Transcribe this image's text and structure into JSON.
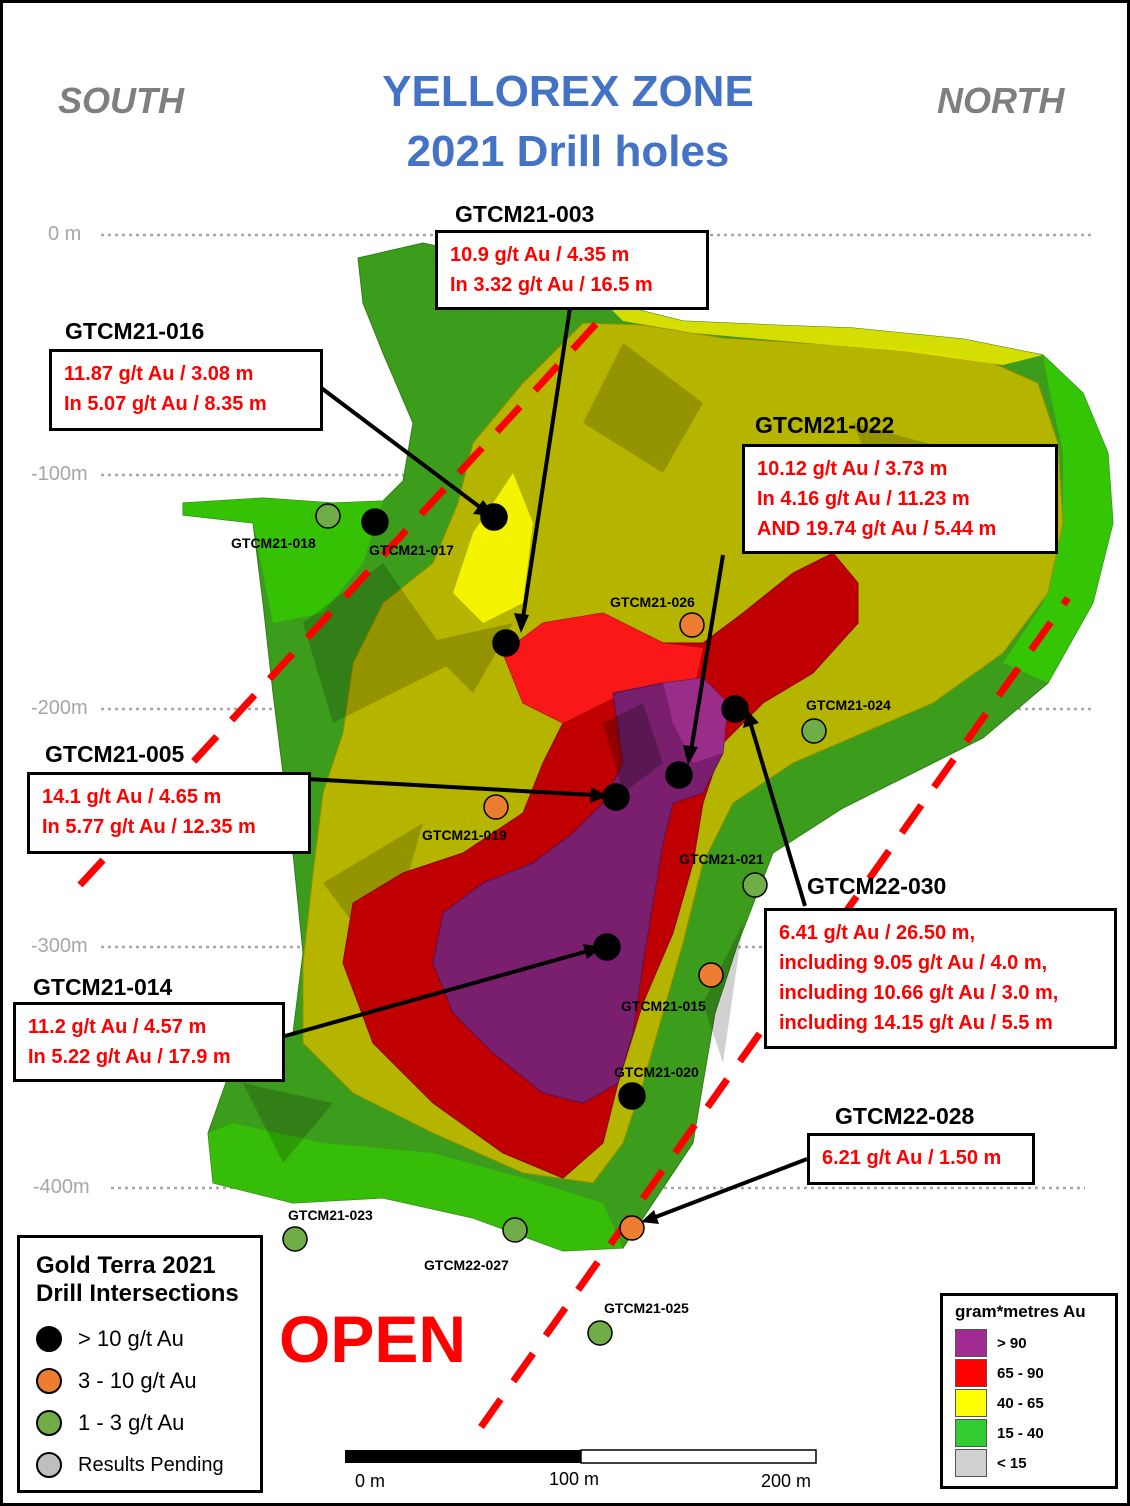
{
  "title": {
    "line1": "YELLOREX ZONE",
    "line2": "2021 Drill holes"
  },
  "directions": {
    "left": "SOUTH",
    "right": "NORTH"
  },
  "depth_labels": [
    "0 m",
    "-100m",
    "-200m",
    "-300m",
    "-400m"
  ],
  "callouts": [
    {
      "hole": "GTCM21-003",
      "lines": [
        "10.9 g/t Au / 4.35 m",
        "In 3.32 g/t Au / 16.5 m"
      ]
    },
    {
      "hole": "GTCM21-016",
      "lines": [
        "11.87 g/t Au / 3.08 m",
        "In 5.07 g/t Au / 8.35 m"
      ]
    },
    {
      "hole": "GTCM21-022",
      "lines": [
        "10.12 g/t Au / 3.73 m",
        "In 4.16 g/t Au / 11.23 m",
        "AND 19.74 g/t Au / 5.44 m"
      ]
    },
    {
      "hole": "GTCM21-005",
      "lines": [
        "14.1 g/t Au / 4.65 m",
        "In 5.77 g/t Au / 12.35 m"
      ]
    },
    {
      "hole": "GTCM22-030",
      "lines": [
        "6.41 g/t Au / 26.50 m,",
        "including  9.05 g/t Au / 4.0 m,",
        "including  10.66 g/t Au / 3.0 m,",
        "including  14.15 g/t Au / 5.5 m"
      ]
    },
    {
      "hole": "GTCM21-014",
      "lines": [
        "11.2 g/t Au / 4.57 m",
        "In 5.22 g/t Au / 17.9 m"
      ]
    },
    {
      "hole": "GTCM22-028",
      "lines": [
        "6.21 g/t Au / 1.50 m"
      ]
    }
  ],
  "hole_labels": [
    "GTCM21-018",
    "GTCM21-017",
    "GTCM21-026",
    "GTCM21-024",
    "GTCM21-019",
    "GTCM21-021",
    "GTCM21-015",
    "GTCM21-020",
    "GTCM21-023",
    "GTCM22-027",
    "GTCM21-025"
  ],
  "legend": {
    "title_line1": "Gold Terra 2021",
    "title_line2": "Drill Intersections",
    "items": [
      {
        "label": "> 10 g/t Au",
        "color": "#000000"
      },
      {
        "label": "3 - 10 g/t Au",
        "color": "#ed7d31"
      },
      {
        "label": "1 - 3 g/t Au",
        "color": "#70ad47"
      },
      {
        "label": "Results Pending",
        "color": "#bfbfbf"
      }
    ]
  },
  "grade_legend": {
    "title": "gram*metres Au",
    "items": [
      {
        "label": "> 90",
        "color": "#a02b93"
      },
      {
        "label": "65 - 90",
        "color": "#ff0000"
      },
      {
        "label": "40 - 65",
        "color": "#ffff00"
      },
      {
        "label": "15 - 40",
        "color": "#33cc33"
      },
      {
        "label": "< 15",
        "color": "#d0d0d0"
      }
    ]
  },
  "open_label": "OPEN",
  "scale_bar": {
    "labels": [
      "0 m",
      "100 m",
      "200 m"
    ]
  }
}
